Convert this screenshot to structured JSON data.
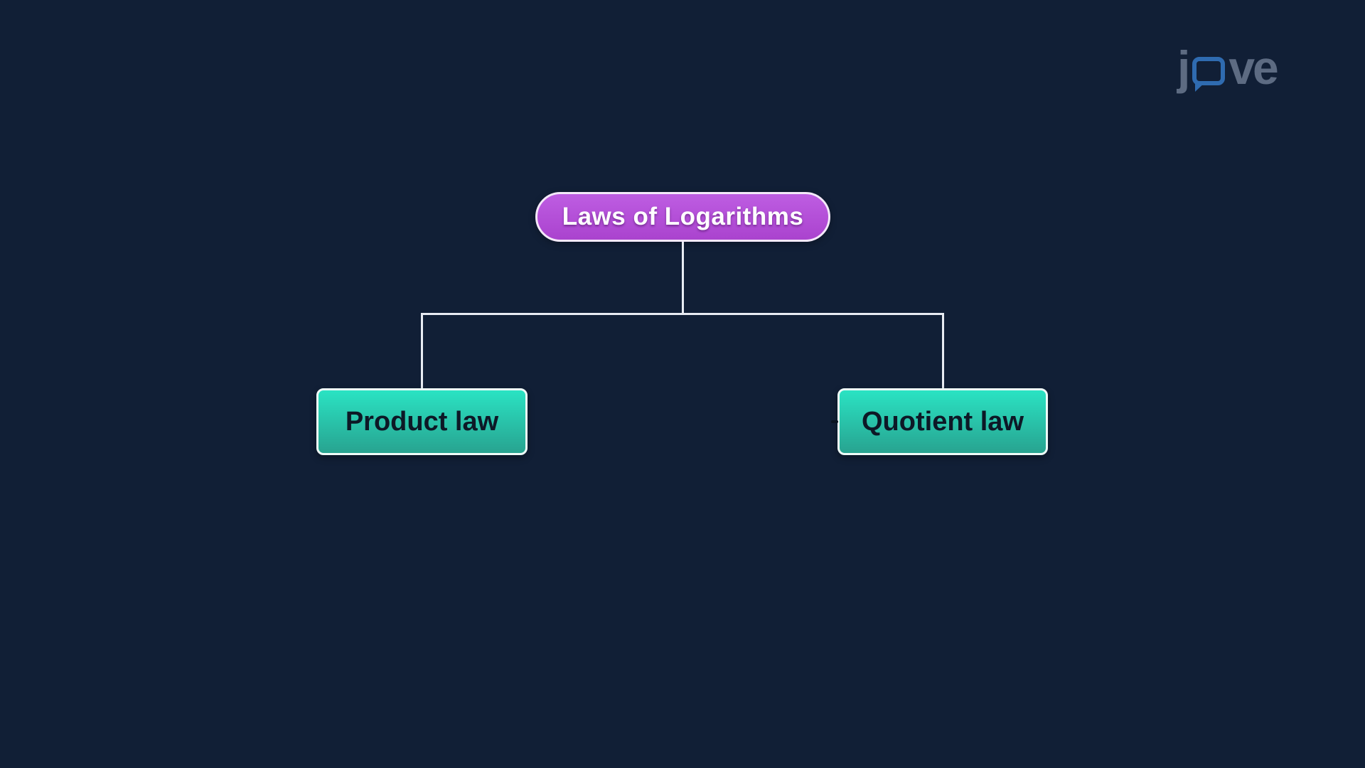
{
  "theme": {
    "bg": "#111f36",
    "line": "#e8ecf3",
    "rootFillTop": "#be5de2",
    "rootFillBottom": "#aa43ce",
    "rootBorder": "#f4e9f9",
    "rootText": "#ffffff",
    "leafFillTop": "#2ae3c3",
    "leafFillBottom": "#28a390",
    "leafBorder": "#eefbf8",
    "leafText": "#0d1826",
    "logoGray": "#5d6b82",
    "logoBlue": "#2f6bb0",
    "stub": "#0a1320"
  },
  "logo": {
    "name": "jove",
    "prefix": "j",
    "suffix": "ve",
    "bubble_icon": "speech-bubble-icon"
  },
  "diagram": {
    "type": "tree",
    "root": {
      "label": "Laws of Logarithms"
    },
    "children": [
      {
        "label": "Product law"
      },
      {
        "label": "Quotient law"
      }
    ]
  }
}
